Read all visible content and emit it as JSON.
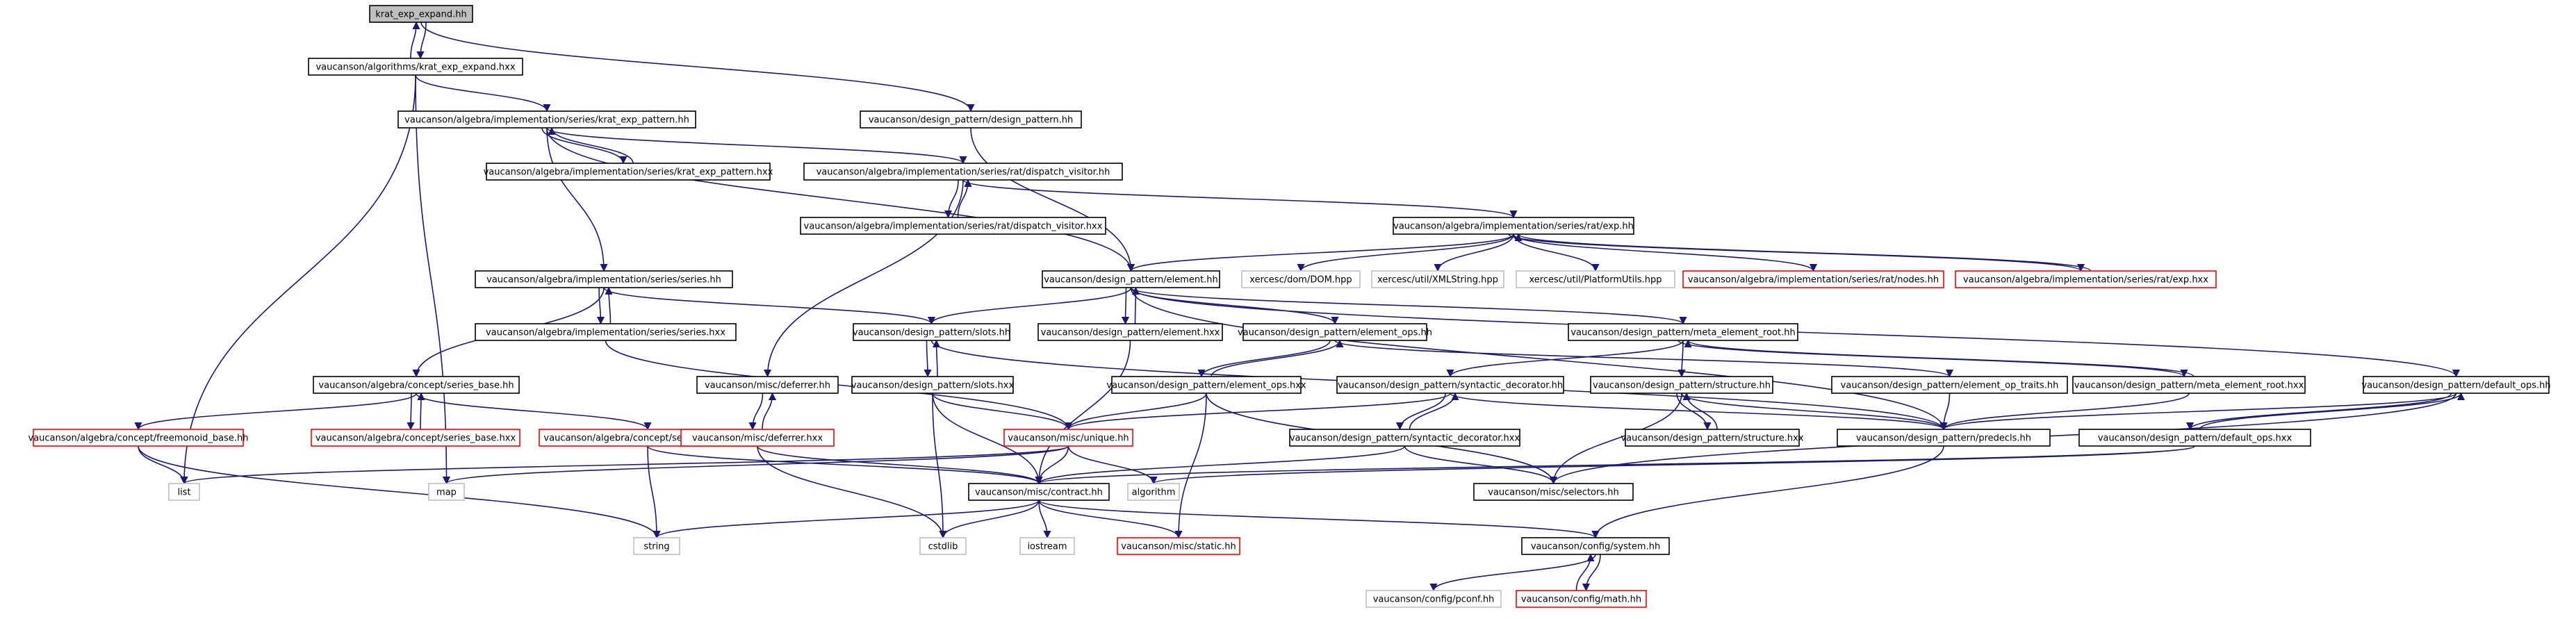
{
  "colors": {
    "edge": "#191970",
    "node_border_normal": "#000000",
    "node_border_truncated": "#ff0000",
    "node_border_system": "#bfbfbf",
    "root_fill": "#bfbfbf",
    "node_fill": "#ffffff"
  },
  "nodes": [
    {
      "id": "n_root",
      "label": "krat_exp_expand.hh",
      "kind": "root"
    },
    {
      "id": "n_kee_hxx",
      "label": "vaucanson/algorithms/krat_exp_expand.hxx",
      "kind": "normal"
    },
    {
      "id": "n_dp_hh",
      "label": "vaucanson/design_pattern/design_pattern.hh",
      "kind": "normal"
    },
    {
      "id": "n_kep_hh",
      "label": "vaucanson/algebra/implementation/series/krat_exp_pattern.hh",
      "kind": "normal"
    },
    {
      "id": "n_kep_hxx",
      "label": "vaucanson/algebra/implementation/series/krat_exp_pattern.hxx",
      "kind": "normal"
    },
    {
      "id": "n_dv_hh",
      "label": "vaucanson/algebra/implementation/series/rat/dispatch_visitor.hh",
      "kind": "normal"
    },
    {
      "id": "n_dv_hxx",
      "label": "vaucanson/algebra/implementation/series/rat/dispatch_visitor.hxx",
      "kind": "normal"
    },
    {
      "id": "n_exp_hh",
      "label": "vaucanson/algebra/implementation/series/rat/exp.hh",
      "kind": "normal"
    },
    {
      "id": "n_series_hh",
      "label": "vaucanson/algebra/implementation/series/series.hh",
      "kind": "normal"
    },
    {
      "id": "n_element_hh",
      "label": "vaucanson/design_pattern/element.hh",
      "kind": "normal"
    },
    {
      "id": "n_dom",
      "label": "xercesc/dom/DOM.hpp",
      "kind": "system"
    },
    {
      "id": "n_xmlstr",
      "label": "xercesc/util/XMLString.hpp",
      "kind": "system"
    },
    {
      "id": "n_plat",
      "label": "xercesc/util/PlatformUtils.hpp",
      "kind": "system"
    },
    {
      "id": "n_nodes",
      "label": "vaucanson/algebra/implementation/series/rat/nodes.hh",
      "kind": "truncated"
    },
    {
      "id": "n_exp_hxx",
      "label": "vaucanson/algebra/implementation/series/rat/exp.hxx",
      "kind": "truncated"
    },
    {
      "id": "n_series_hxx",
      "label": "vaucanson/algebra/implementation/series/series.hxx",
      "kind": "normal"
    },
    {
      "id": "n_slots_hh",
      "label": "vaucanson/design_pattern/slots.hh",
      "kind": "normal"
    },
    {
      "id": "n_element_hxx",
      "label": "vaucanson/design_pattern/element.hxx",
      "kind": "normal"
    },
    {
      "id": "n_eops_hh",
      "label": "vaucanson/design_pattern/element_ops.hh",
      "kind": "normal"
    },
    {
      "id": "n_mer_hh",
      "label": "vaucanson/design_pattern/meta_element_root.hh",
      "kind": "normal"
    },
    {
      "id": "n_defops_hh",
      "label": "vaucanson/design_pattern/default_ops.hh",
      "kind": "normal"
    },
    {
      "id": "n_sb_hh",
      "label": "vaucanson/algebra/concept/series_base.hh",
      "kind": "normal"
    },
    {
      "id": "n_deferrer_hh",
      "label": "vaucanson/misc/deferrer.hh",
      "kind": "normal"
    },
    {
      "id": "n_slots_hxx",
      "label": "vaucanson/design_pattern/slots.hxx",
      "kind": "normal"
    },
    {
      "id": "n_eops_hxx",
      "label": "vaucanson/design_pattern/element_ops.hxx",
      "kind": "normal"
    },
    {
      "id": "n_sd_hh",
      "label": "vaucanson/design_pattern/syntactic_decorator.hh",
      "kind": "normal"
    },
    {
      "id": "n_struct_hh",
      "label": "vaucanson/design_pattern/structure.hh",
      "kind": "normal"
    },
    {
      "id": "n_eopt_hh",
      "label": "vaucanson/design_pattern/element_op_traits.hh",
      "kind": "normal"
    },
    {
      "id": "n_mer_hxx",
      "label": "vaucanson/design_pattern/meta_element_root.hxx",
      "kind": "normal"
    },
    {
      "id": "n_fm_hh",
      "label": "vaucanson/algebra/concept/freemonoid_base.hh",
      "kind": "truncated"
    },
    {
      "id": "n_sb_hxx",
      "label": "vaucanson/algebra/concept/series_base.hxx",
      "kind": "truncated"
    },
    {
      "id": "n_sr_hh",
      "label": "vaucanson/algebra/concept/semiring_base.hh",
      "kind": "truncated"
    },
    {
      "id": "n_deferrer_hxx",
      "label": "vaucanson/misc/deferrer.hxx",
      "kind": "truncated"
    },
    {
      "id": "n_unique_hh",
      "label": "vaucanson/misc/unique.hh",
      "kind": "truncated"
    },
    {
      "id": "n_sd_hxx",
      "label": "vaucanson/design_pattern/syntactic_decorator.hxx",
      "kind": "normal"
    },
    {
      "id": "n_struct_hxx",
      "label": "vaucanson/design_pattern/structure.hxx",
      "kind": "normal"
    },
    {
      "id": "n_pred_hh",
      "label": "vaucanson/design_pattern/predecls.hh",
      "kind": "normal"
    },
    {
      "id": "n_defops_hxx",
      "label": "vaucanson/design_pattern/default_ops.hxx",
      "kind": "normal"
    },
    {
      "id": "n_list",
      "label": "list",
      "kind": "system"
    },
    {
      "id": "n_map",
      "label": "map",
      "kind": "system"
    },
    {
      "id": "n_contract_hh",
      "label": "vaucanson/misc/contract.hh",
      "kind": "normal"
    },
    {
      "id": "n_algorithm",
      "label": "algorithm",
      "kind": "system"
    },
    {
      "id": "n_selectors_hh",
      "label": "vaucanson/misc/selectors.hh",
      "kind": "normal"
    },
    {
      "id": "n_string",
      "label": "string",
      "kind": "system"
    },
    {
      "id": "n_cstdlib",
      "label": "cstdlib",
      "kind": "system"
    },
    {
      "id": "n_iostream",
      "label": "iostream",
      "kind": "system"
    },
    {
      "id": "n_static_hh",
      "label": "vaucanson/misc/static.hh",
      "kind": "truncated"
    },
    {
      "id": "n_system_hh",
      "label": "vaucanson/config/system.hh",
      "kind": "normal"
    },
    {
      "id": "n_pconf",
      "label": "vaucanson/config/pconf.hh",
      "kind": "system"
    },
    {
      "id": "n_math",
      "label": "vaucanson/config/math.hh",
      "kind": "truncated"
    }
  ],
  "edges": [
    [
      "n_root",
      "n_kee_hxx"
    ],
    [
      "n_kee_hxx",
      "n_root"
    ],
    [
      "n_root",
      "n_dp_hh"
    ],
    [
      "n_kee_hxx",
      "n_kep_hh"
    ],
    [
      "n_kee_hxx",
      "n_list"
    ],
    [
      "n_kee_hxx",
      "n_map"
    ],
    [
      "n_dp_hh",
      "n_element_hh"
    ],
    [
      "n_kep_hh",
      "n_kep_hxx"
    ],
    [
      "n_kep_hxx",
      "n_kep_hh"
    ],
    [
      "n_kep_hh",
      "n_dv_hh"
    ],
    [
      "n_kep_hh",
      "n_series_hh"
    ],
    [
      "n_kep_hh",
      "n_element_hh"
    ],
    [
      "n_dv_hh",
      "n_dv_hxx"
    ],
    [
      "n_dv_hxx",
      "n_dv_hh"
    ],
    [
      "n_dv_hh",
      "n_exp_hh"
    ],
    [
      "n_dv_hh",
      "n_deferrer_hh"
    ],
    [
      "n_exp_hh",
      "n_element_hh"
    ],
    [
      "n_exp_hh",
      "n_dom"
    ],
    [
      "n_exp_hh",
      "n_xmlstr"
    ],
    [
      "n_exp_hh",
      "n_plat"
    ],
    [
      "n_exp_hh",
      "n_nodes"
    ],
    [
      "n_exp_hh",
      "n_exp_hxx"
    ],
    [
      "n_exp_hxx",
      "n_exp_hh"
    ],
    [
      "n_series_hh",
      "n_series_hxx"
    ],
    [
      "n_series_hxx",
      "n_series_hh"
    ],
    [
      "n_series_hh",
      "n_slots_hh"
    ],
    [
      "n_series_hh",
      "n_sb_hh"
    ],
    [
      "n_series_hxx",
      "n_unique_hh"
    ],
    [
      "n_element_hh",
      "n_slots_hh"
    ],
    [
      "n_element_hh",
      "n_element_hxx"
    ],
    [
      "n_element_hxx",
      "n_element_hh"
    ],
    [
      "n_element_hh",
      "n_eops_hh"
    ],
    [
      "n_element_hh",
      "n_mer_hh"
    ],
    [
      "n_element_hh",
      "n_defops_hh"
    ],
    [
      "n_element_hh",
      "n_pred_hh"
    ],
    [
      "n_element_hxx",
      "n_contract_hh"
    ],
    [
      "n_slots_hh",
      "n_slots_hxx"
    ],
    [
      "n_slots_hxx",
      "n_slots_hh"
    ],
    [
      "n_slots_hh",
      "n_pred_hh"
    ],
    [
      "n_slots_hxx",
      "n_unique_hh"
    ],
    [
      "n_slots_hxx",
      "n_contract_hh"
    ],
    [
      "n_slots_hxx",
      "n_cstdlib"
    ],
    [
      "n_eops_hh",
      "n_eops_hxx"
    ],
    [
      "n_eops_hxx",
      "n_eops_hh"
    ],
    [
      "n_eops_hh",
      "n_eopt_hh"
    ],
    [
      "n_eops_hxx",
      "n_unique_hh"
    ],
    [
      "n_eops_hxx",
      "n_selectors_hh"
    ],
    [
      "n_eops_hxx",
      "n_static_hh"
    ],
    [
      "n_mer_hh",
      "n_sd_hh"
    ],
    [
      "n_mer_hh",
      "n_struct_hh"
    ],
    [
      "n_mer_hh",
      "n_mer_hxx"
    ],
    [
      "n_mer_hxx",
      "n_mer_hh"
    ],
    [
      "n_defops_hh",
      "n_defops_hxx"
    ],
    [
      "n_defops_hxx",
      "n_defops_hh"
    ],
    [
      "n_defops_hh",
      "n_pred_hh"
    ],
    [
      "n_defops_hh",
      "n_selectors_hh"
    ],
    [
      "n_sb_hh",
      "n_fm_hh"
    ],
    [
      "n_sb_hh",
      "n_sb_hxx"
    ],
    [
      "n_sb_hxx",
      "n_sb_hh"
    ],
    [
      "n_sb_hh",
      "n_sr_hh"
    ],
    [
      "n_deferrer_hh",
      "n_deferrer_hxx"
    ],
    [
      "n_deferrer_hxx",
      "n_deferrer_hh"
    ],
    [
      "n_deferrer_hxx",
      "n_contract_hh"
    ],
    [
      "n_deferrer_hxx",
      "n_cstdlib"
    ],
    [
      "n_sd_hh",
      "n_sd_hxx"
    ],
    [
      "n_sd_hxx",
      "n_sd_hh"
    ],
    [
      "n_sd_hh",
      "n_unique_hh"
    ],
    [
      "n_sd_hh",
      "n_pred_hh"
    ],
    [
      "n_sd_hxx",
      "n_contract_hh"
    ],
    [
      "n_sd_hxx",
      "n_selectors_hh"
    ],
    [
      "n_struct_hh",
      "n_struct_hxx"
    ],
    [
      "n_struct_hxx",
      "n_struct_hh"
    ],
    [
      "n_struct_hh",
      "n_pred_hh"
    ],
    [
      "n_struct_hh",
      "n_selectors_hh"
    ],
    [
      "n_eopt_hh",
      "n_pred_hh"
    ],
    [
      "n_mer_hxx",
      "n_pred_hh"
    ],
    [
      "n_defops_hxx",
      "n_contract_hh"
    ],
    [
      "n_defops_hxx",
      "n_algorithm"
    ],
    [
      "n_fm_hh",
      "n_list"
    ],
    [
      "n_fm_hh",
      "n_string"
    ],
    [
      "n_sr_hh",
      "n_string"
    ],
    [
      "n_sr_hh",
      "n_contract_hh"
    ],
    [
      "n_unique_hh",
      "n_list"
    ],
    [
      "n_unique_hh",
      "n_map"
    ],
    [
      "n_unique_hh",
      "n_algorithm"
    ],
    [
      "n_unique_hh",
      "n_contract_hh"
    ],
    [
      "n_pred_hh",
      "n_system_hh"
    ],
    [
      "n_contract_hh",
      "n_string"
    ],
    [
      "n_contract_hh",
      "n_cstdlib"
    ],
    [
      "n_contract_hh",
      "n_iostream"
    ],
    [
      "n_contract_hh",
      "n_static_hh"
    ],
    [
      "n_contract_hh",
      "n_system_hh"
    ],
    [
      "n_system_hh",
      "n_pconf"
    ],
    [
      "n_system_hh",
      "n_math"
    ],
    [
      "n_math",
      "n_system_hh"
    ]
  ]
}
